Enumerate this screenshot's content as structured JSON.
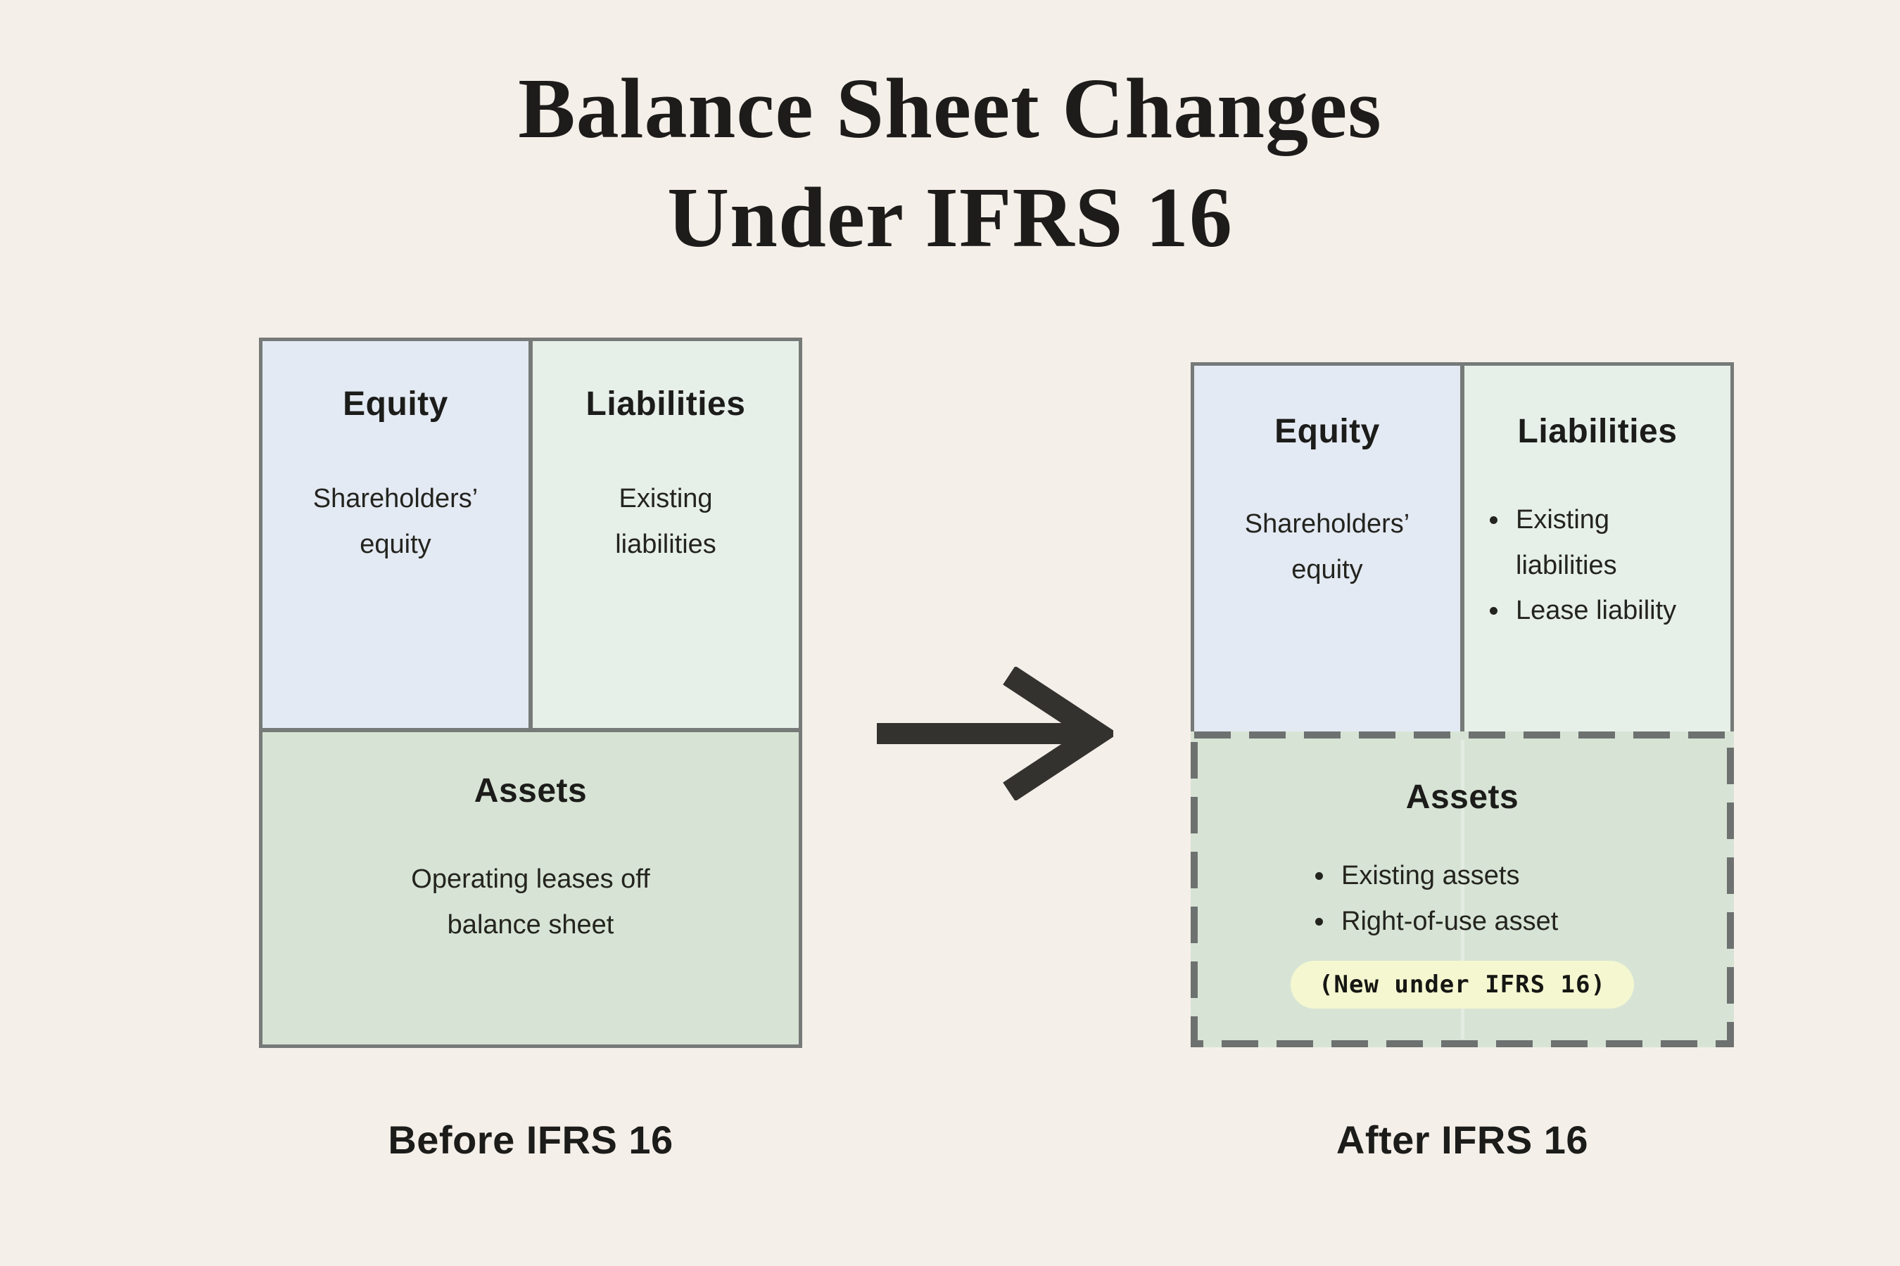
{
  "title": "Balance Sheet Changes\nUnder IFRS 16",
  "before": {
    "caption": "Before IFRS 16",
    "equity": {
      "heading": "Equity",
      "body": "Shareholders’\nequity"
    },
    "liabilities": {
      "heading": "Liabilities",
      "body": "Existing\nliabilities"
    },
    "assets": {
      "heading": "Assets",
      "body": "Operating leases off\nbalance sheet"
    }
  },
  "after": {
    "caption": "After IFRS 16",
    "equity": {
      "heading": "Equity",
      "body": "Shareholders’\nequity"
    },
    "liabilities": {
      "heading": "Liabilities",
      "items": [
        "Existing liabilities",
        "Lease liability"
      ]
    },
    "assets": {
      "heading": "Assets",
      "items": [
        "Existing assets",
        "Right-of-use asset"
      ],
      "badge": "(New under IFRS 16)"
    }
  },
  "colors": {
    "background": "#f5efe9",
    "equity_fill": "#e4eaf3",
    "liabilities_fill": "#e7f0e8",
    "assets_fill": "#d7e4d5",
    "solid_border": "#767a78",
    "dashed_border": "#6d7170",
    "badge_fill": "#f4f7d0",
    "arrow": "#33322f",
    "text": "#1d1c1a"
  }
}
